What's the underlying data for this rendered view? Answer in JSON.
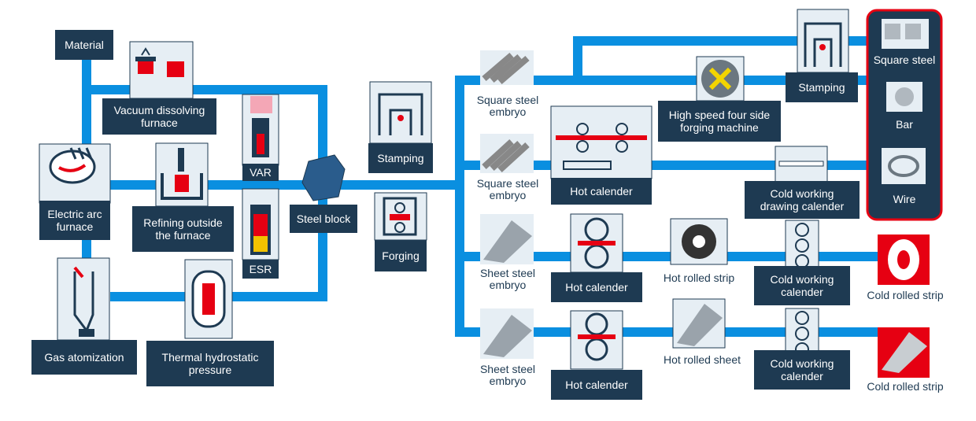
{
  "colors": {
    "pipe": "#0a8fe0",
    "node": "#1e3a52",
    "icon_bg": "#e6eef4",
    "accent_red": "#e60012",
    "highlight_border": "#e60012"
  },
  "nodes": {
    "material": "Material",
    "vacuum_furnace": "Vacuum dissolving\nfurnace",
    "var": "VAR",
    "esr": "ESR",
    "electric_arc": "Electric arc\nfurnace",
    "refining": "Refining outside\nthe furnace",
    "steel_block": "Steel block",
    "gas_atomization": "Gas atomization",
    "thermal_hydrostatic": "Thermal hydrostatic\npressure",
    "stamping_mid": "Stamping",
    "forging": "Forging",
    "square_embryo_1": "Square steel\nembryo",
    "square_embryo_2": "Square steel\nembryo",
    "sheet_embryo_1": "Sheet steel\nembryo",
    "sheet_embryo_2": "Sheet steel\nembryo",
    "hot_calender_1": "Hot calender",
    "hot_calender_2": "Hot calender",
    "hot_calender_3": "Hot calender",
    "high_speed_forging": "High speed four side\nforging machine",
    "stamping_right": "Stamping",
    "cold_drawing": "Cold working\ndrawing calender",
    "cold_working_1": "Cold working\ncalender",
    "cold_working_2": "Cold working\ncalender",
    "hot_rolled_strip": "Hot rolled strip",
    "hot_rolled_sheet": "Hot rolled sheet",
    "cold_rolled_strip_1": "Cold rolled strip",
    "cold_rolled_strip_2": "Cold rolled strip"
  },
  "products": {
    "square_steel": "Square steel",
    "bar": "Bar",
    "wire": "Wire"
  }
}
